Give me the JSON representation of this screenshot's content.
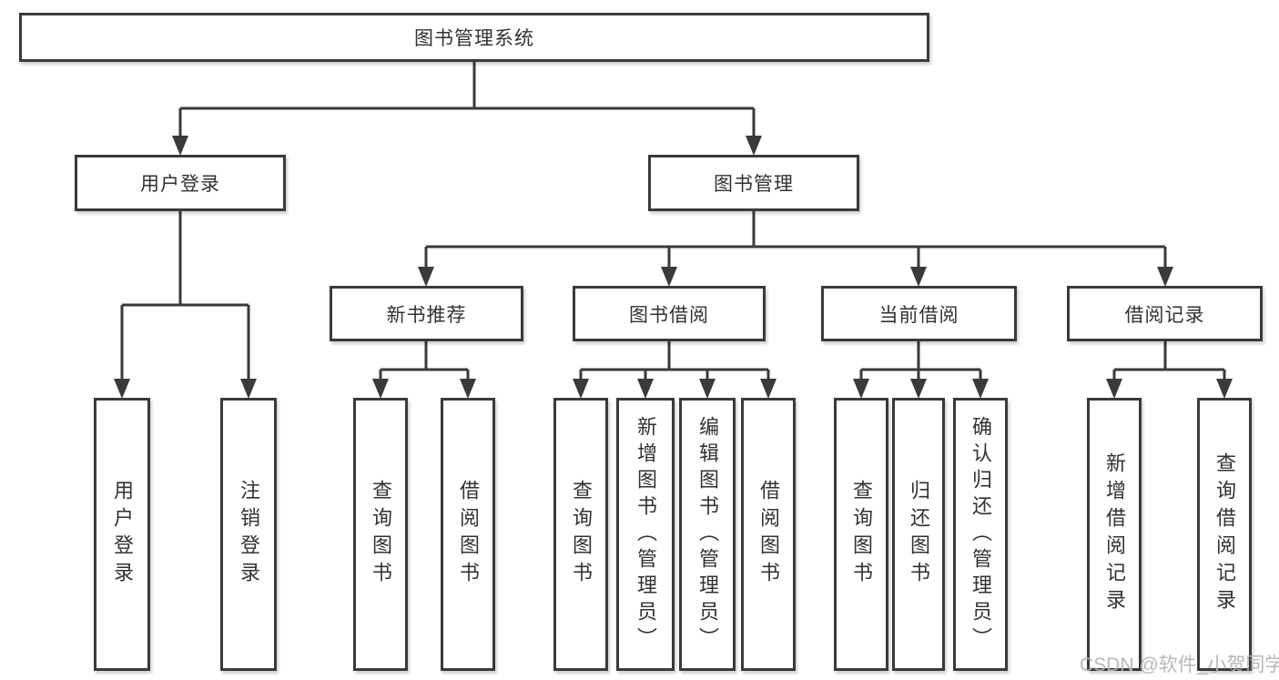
{
  "tree": {
    "label": "图书管理系统",
    "children": [
      {
        "label": "用户登录",
        "children": [
          {
            "label": "用户登录"
          },
          {
            "label": "注销登录"
          }
        ]
      },
      {
        "label": "图书管理",
        "children": [
          {
            "label": "新书推荐",
            "children": [
              {
                "label": "查询图书"
              },
              {
                "label": "借阅图书"
              }
            ]
          },
          {
            "label": "图书借阅",
            "children": [
              {
                "label": "查询图书"
              },
              {
                "label": "新增图书（管理员）"
              },
              {
                "label": "编辑图书（管理员）"
              },
              {
                "label": "借阅图书"
              }
            ]
          },
          {
            "label": "当前借阅",
            "children": [
              {
                "label": "查询图书"
              },
              {
                "label": "归还图书"
              },
              {
                "label": "确认归还（管理员）"
              }
            ]
          },
          {
            "label": "借阅记录",
            "children": [
              {
                "label": "新增借阅记录"
              },
              {
                "label": "查询借阅记录"
              }
            ]
          }
        ]
      }
    ]
  },
  "watermark": "CSDN @软件_小贺同学",
  "colors": {
    "line": "#3a3a3a",
    "text": "#323232",
    "background": "#ffffff",
    "watermark": "#b5b5b5"
  }
}
